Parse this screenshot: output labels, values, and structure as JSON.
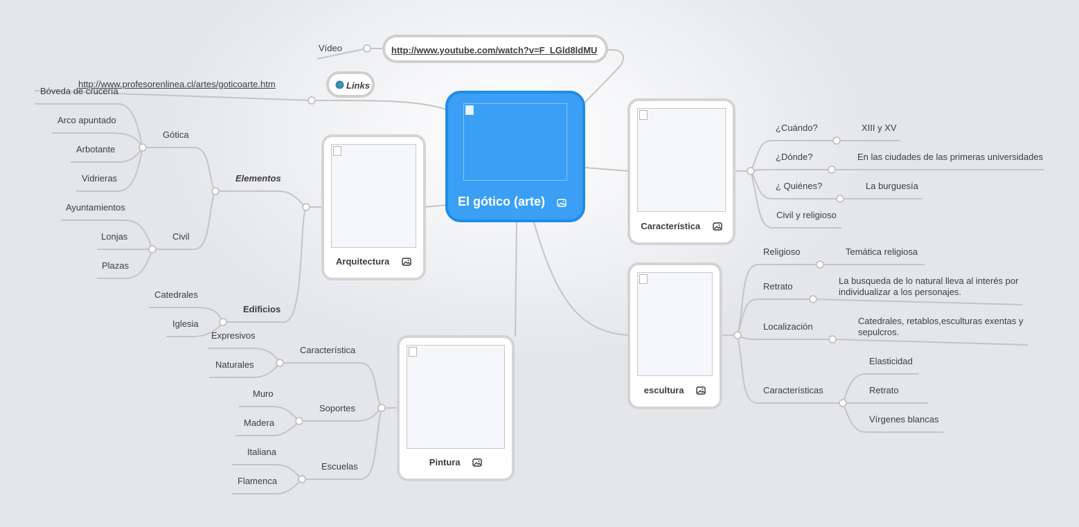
{
  "root": {
    "title": "El gótico (arte)",
    "icon": "image-icon"
  },
  "top": {
    "video_label": "Vídeo",
    "video_url": "http://www.youtube.com/watch?v=F_LGld8ldMU",
    "links_label": "Links",
    "links_url": "http://www.profesorenlinea.cl/artes/goticoarte.htm"
  },
  "arquitectura": {
    "title": "Arquitectura",
    "elementos": "Elementos",
    "gotica": "Gótica",
    "gotica_items": [
      "Bóveda de crucería",
      "Arco apuntado",
      "Arbotante",
      "Vidrieras"
    ],
    "civil": "Civil",
    "civil_items": [
      "Ayuntamientos",
      "Lonjas",
      "Plazas"
    ],
    "edificios": "Edificios",
    "edificios_items": [
      "Catedrales",
      "Iglesia"
    ]
  },
  "pintura": {
    "title": "Pintura",
    "caracteristica": "Característica",
    "caracteristica_items": [
      "Expresivos",
      "Naturales"
    ],
    "soportes": "Soportes",
    "soportes_items": [
      "Muro",
      "Madera"
    ],
    "escuelas": "Escuelas",
    "escuelas_items": [
      "Italiana",
      "Flamenca"
    ]
  },
  "caracteristica": {
    "title": "Característica",
    "cuando": "¿Cuándo?",
    "cuando_val": "XIII y XV",
    "donde": "¿Dónde?",
    "donde_val": "En las ciudades de las primeras universidades",
    "quienes": "¿ Quiénes?",
    "quienes_val": "La burguesía",
    "civil": "Civil y religioso"
  },
  "escultura": {
    "title": "escultura",
    "religioso": "Religioso",
    "religioso_val": "Temática religiosa",
    "retrato": "Retrato",
    "retrato_val": "La busqueda de lo natural lleva al interés por individualizar a los personajes.",
    "localizacion": "Localización",
    "localizacion_val": "Catedrales, retablos,esculturas exentas y sepulcros.",
    "caracteristicas": "Características",
    "caracteristicas_items": [
      "Elasticidad",
      "Retrato",
      "Vírgenes blancas"
    ]
  },
  "colors": {
    "root": "#3a9ff5",
    "root_border": "#1f8de8",
    "lines": "#c4c4c4",
    "card_border": "#d4d4d4"
  }
}
